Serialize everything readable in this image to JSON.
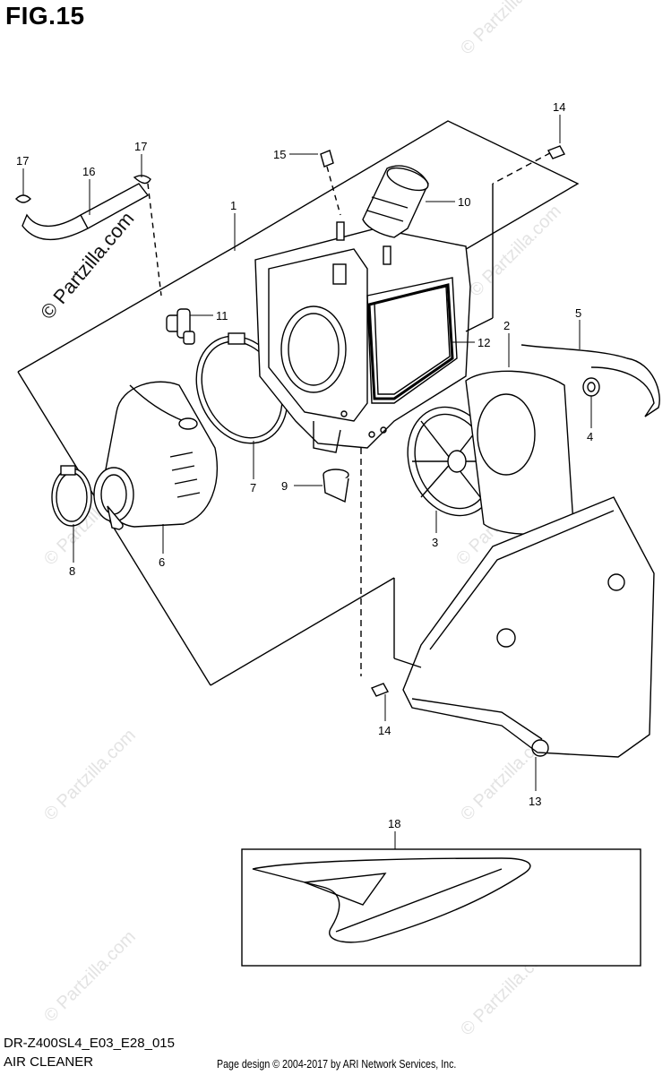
{
  "figure_title": "FIG.15",
  "model_code": "DR-Z400SL4_E03_E28_015",
  "section_title": "AIR CLEANER",
  "copyright": "Page design © 2004-2017 by ARI Network Services, Inc.",
  "watermark_main": "© Partzilla.com",
  "watermark_faint": "© Partzilla.com",
  "callouts": {
    "p1": "1",
    "p2": "2",
    "p3": "3",
    "p4": "4",
    "p5": "5",
    "p6": "6",
    "p7": "7",
    "p8": "8",
    "p9": "9",
    "p10": "10",
    "p11": "11",
    "p12": "12",
    "p13": "13",
    "p14a": "14",
    "p14b": "14",
    "p15": "15",
    "p16": "16",
    "p17a": "17",
    "p17b": "17",
    "p18": "18"
  },
  "colors": {
    "line": "#000000",
    "watermark": "#e3e3e3"
  }
}
